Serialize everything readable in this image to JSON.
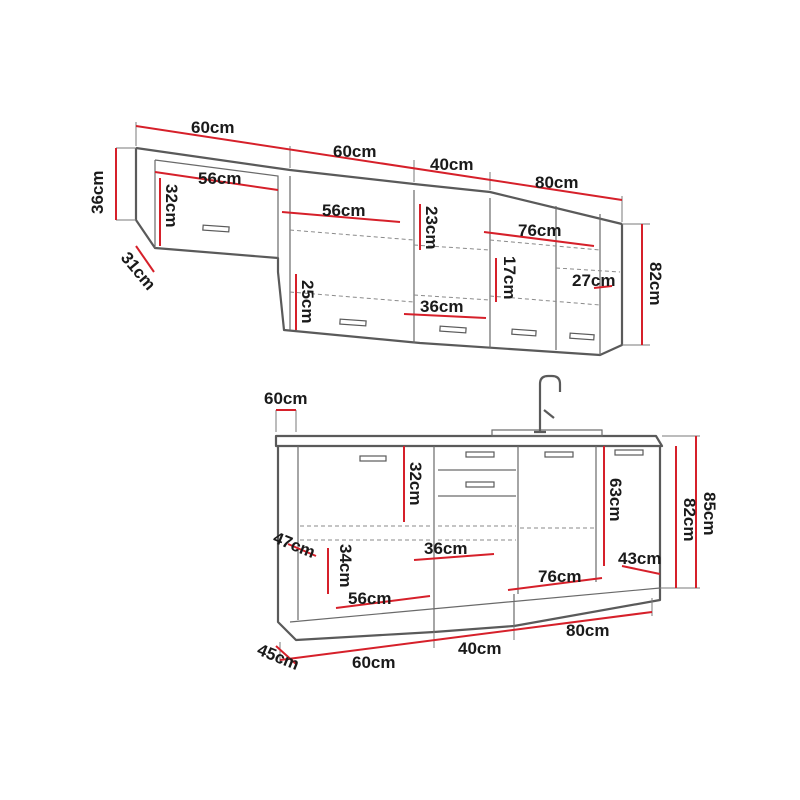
{
  "diagram": {
    "colors": {
      "outline": "#5a5a5a",
      "dimension": "#d6202a",
      "guide": "#7a7a7a"
    },
    "upper": {
      "widths": [
        "60cm",
        "60cm",
        "40cm",
        "80cm"
      ],
      "height_left": "36cm",
      "depth_left": "31cm",
      "height_total": "82cm",
      "inner": {
        "w56_a": "56cm",
        "h32": "32cm",
        "w56_b": "56cm",
        "h25": "25cm",
        "h23": "23cm",
        "w36": "36cm",
        "w76": "76cm",
        "h17": "17cm",
        "h27": "27cm"
      }
    },
    "lower": {
      "depth_top": "60cm",
      "height_82": "82cm",
      "height_85": "85cm",
      "depth_base": "45cm",
      "widths": [
        "60cm",
        "40cm",
        "80cm"
      ],
      "inner": {
        "h32": "32cm",
        "d47": "47cm",
        "h34": "34cm",
        "w36": "36cm",
        "w56": "56cm",
        "h63": "63cm",
        "w76": "76cm",
        "d43": "43cm"
      }
    }
  }
}
